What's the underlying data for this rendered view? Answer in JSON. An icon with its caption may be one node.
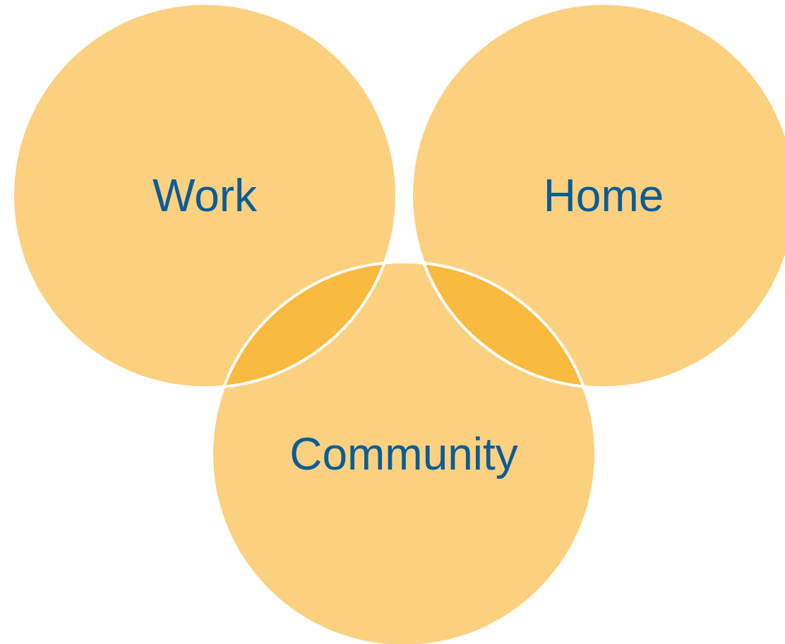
{
  "diagram": {
    "nodes": [
      {
        "text": [
          "Work"
        ]
      },
      {
        "text": [
          "Home"
        ]
      },
      {
        "text": [
          "Community"
        ]
      }
    ]
  }
}
